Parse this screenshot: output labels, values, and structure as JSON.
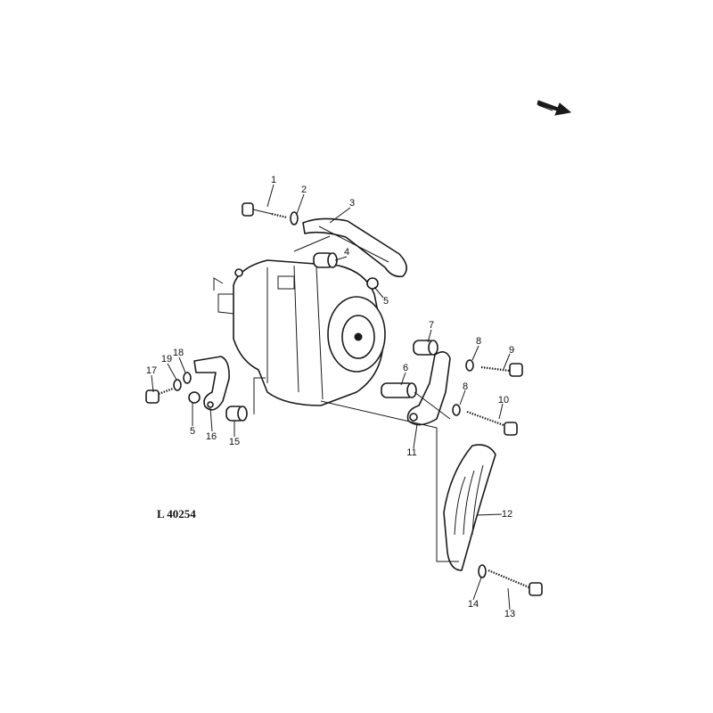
{
  "figure_code": "L 40254",
  "direction_icon": "forward-arrow-icon",
  "callouts": [
    "1",
    "2",
    "3",
    "4",
    "5",
    "7",
    "8",
    "9",
    "6",
    "8",
    "10",
    "11",
    "12",
    "14",
    "13",
    "17",
    "19",
    "18",
    "5",
    "16",
    "15"
  ]
}
